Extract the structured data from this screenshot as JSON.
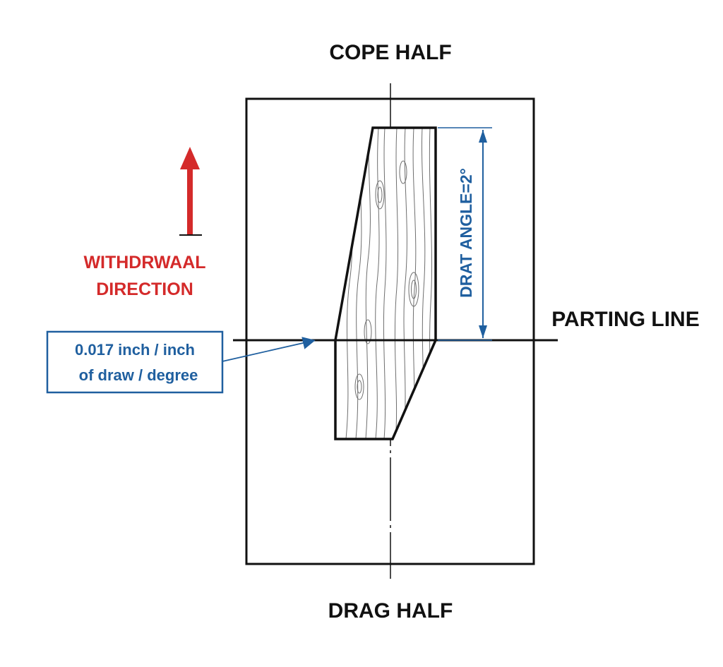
{
  "labels": {
    "cope_half": "COPE HALF",
    "drag_half": "DRAG HALF",
    "parting_line": "PARTING LINE",
    "withdrawal_line1": "WITHDRWAAL",
    "withdrawal_line2": "DIRECTION",
    "draft_angle": "DRAT ANGLE=2°",
    "note_line1": "0.017 inch / inch",
    "note_line2": "of draw / degree"
  },
  "colors": {
    "outline": "#111111",
    "withdrawal": "#d42a2a",
    "annotation": "#1f5f9f",
    "wood_grain": "#6e6e6e"
  },
  "icons": {
    "withdrawal_arrow": "up-arrow-icon"
  }
}
